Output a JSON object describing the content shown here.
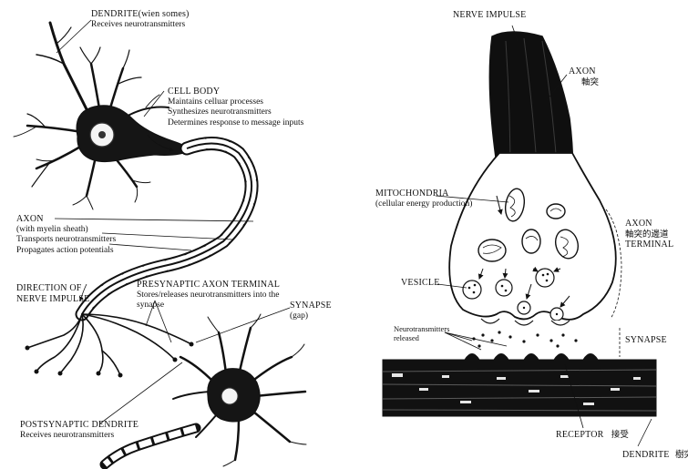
{
  "left_panel": {
    "dendrite": {
      "title": "DENDRITE(wien somes)",
      "lines": [
        "Receives neurotransmitters"
      ]
    },
    "cell_body": {
      "title": "CELL BODY",
      "lines": [
        "Maintains celluar processes",
        "Synthesizes neurotransmitters",
        "Determines response to message inputs"
      ]
    },
    "axon": {
      "title": "AXON",
      "lines": [
        "(with myelin sheath)",
        "Transports neurotransmitters",
        "Propagates action potentials"
      ]
    },
    "direction": {
      "lines": [
        "DIRECTION OF",
        "NERVE IMPULSE"
      ]
    },
    "presynaptic": {
      "title": "PRESYNAPTIC AXON TERMINAL",
      "lines": [
        "Stores/releases neurotransmitters into the",
        "synapse"
      ]
    },
    "synapse": {
      "title": "SYNAPSE",
      "lines": [
        "(gap)"
      ]
    },
    "postsynaptic": {
      "title": "POSTSYNAPTIC DENDRITE",
      "lines": [
        "Receives neurotransmitters"
      ]
    }
  },
  "right_panel": {
    "nerve_impulse": "NERVE IMPULSE",
    "axon": {
      "title": "AXON",
      "chinese": "軸突"
    },
    "mitochondria": {
      "title": "MITOCHONDRIA",
      "sub": "(cellular energy production)"
    },
    "axon_terminal": {
      "title": "AXON",
      "chinese": "軸突的邊道",
      "sub": "TERMINAL"
    },
    "vesicle": "VESICLE",
    "neurotransmitters": {
      "lines": [
        "Neurotransmitters",
        "released"
      ]
    },
    "synapse": "SYNAPSE",
    "receptor": {
      "title": "RECEPTOR",
      "chinese": "接受"
    },
    "dendrite": {
      "title": "DENDRITE",
      "chinese": "樹突"
    }
  }
}
